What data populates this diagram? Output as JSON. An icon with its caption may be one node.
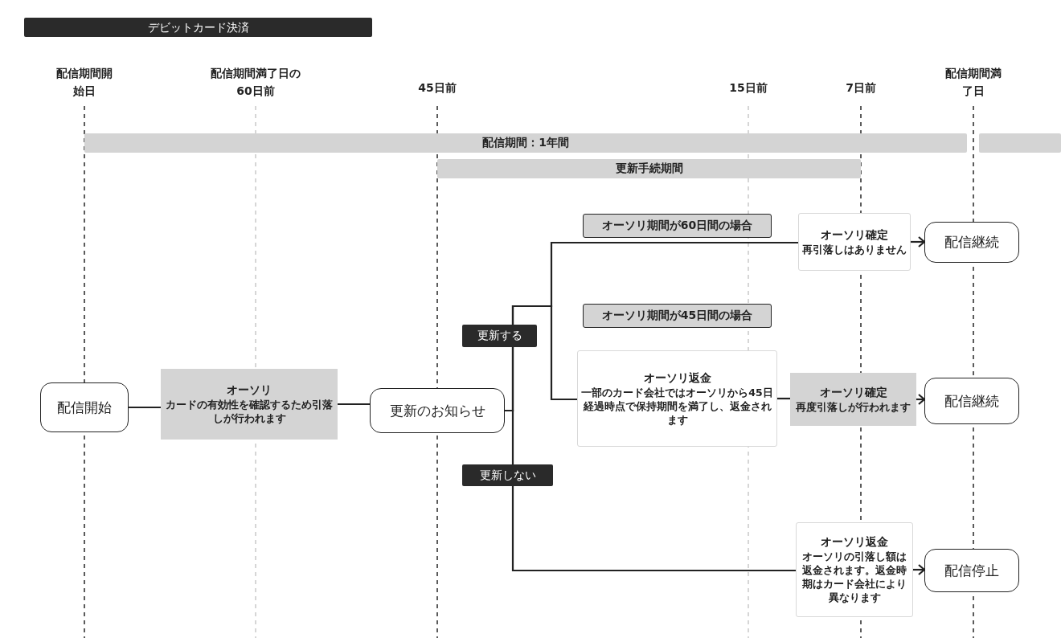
{
  "diagram": {
    "title": "デビットカード決済",
    "nodes": [
      {
        "text": [
          "配信期間：1年間"
        ]
      },
      {
        "text": [
          "更新手続期間"
        ]
      },
      {
        "text": [
          "オーソリ期間が60日間の場合"
        ]
      },
      {
        "text": [
          "オーソリ確定",
          "再引落しはありません"
        ]
      },
      {
        "text": [
          "配信継続"
        ]
      },
      {
        "text": [
          "オーソリ期間が45日間の場合"
        ]
      },
      {
        "text": [
          "配信開始"
        ]
      },
      {
        "text": [
          "オーソリ",
          "カードの有効性を確認するため引落しが行われます"
        ]
      },
      {
        "text": [
          "更新のお知らせ"
        ]
      },
      {
        "text": [
          "オーソリ返金",
          "一部のカード会社ではオーソリから45日経過時点で保持期間を満了し、返金されます"
        ]
      },
      {
        "text": [
          "オーソリ確定",
          "再度引落しが行われます"
        ]
      },
      {
        "text": [
          "配信継続"
        ]
      },
      {
        "text": [
          "オーソリ返金",
          "オーソリの引落し額は返金されます。返金時期はカード会社により異なります"
        ]
      },
      {
        "text": [
          "配信停止"
        ]
      },
      {
        "text": [],
        "shape": "bar"
      }
    ],
    "edges": [
      {
        "from": 6,
        "to": 7,
        "arrow": "none"
      },
      {
        "from": 7,
        "to": 8,
        "arrow": "none"
      },
      {
        "from": 8,
        "to": 3,
        "arrow": "none",
        "label": "更新する"
      },
      {
        "from": 8,
        "to": 9,
        "arrow": "none"
      },
      {
        "from": 8,
        "to": 12,
        "arrow": "none",
        "label": "更新しない"
      },
      {
        "from": 3,
        "to": 4,
        "arrow": "to"
      },
      {
        "from": 9,
        "to": 10,
        "arrow": "none"
      },
      {
        "from": 10,
        "to": 11,
        "arrow": "to"
      },
      {
        "from": 12,
        "to": 13,
        "arrow": "to"
      }
    ],
    "labels": [
      "配信期間開始日",
      "配信期間満了日の60日前",
      "45日前",
      "15日前",
      "7日前",
      "配信期間満了日"
    ]
  }
}
